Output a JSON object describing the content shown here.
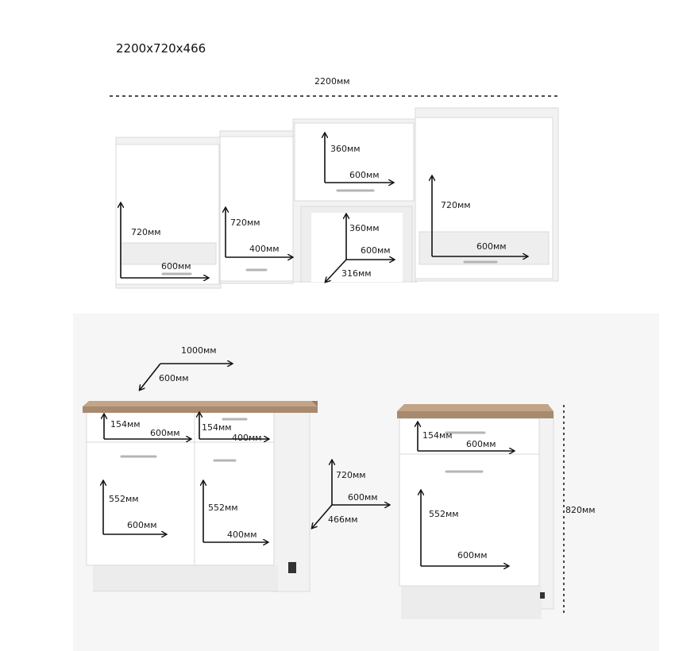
{
  "title": "2200x720x466",
  "labels": {
    "width_total": "2200мм",
    "wall1_h": "720мм",
    "wall1_w": "600мм",
    "wall2_h": "720мм",
    "wall2_w": "400мм",
    "wall3_h": "360мм",
    "wall3_w": "600мм",
    "wall_depth_h": "360мм",
    "wall_depth_w": "600мм",
    "wall_depth_d": "316мм",
    "wall4_h": "720мм",
    "wall4_w": "600мм",
    "base_top_w": "1000мм",
    "base_top_d": "600мм",
    "base1_drawer_h": "154мм",
    "base1_drawer_w": "600мм",
    "base2_drawer_h": "154мм",
    "base2_drawer_w": "400мм",
    "base1_door_h": "552мм",
    "base1_door_w": "600мм",
    "base2_door_h": "552мм",
    "base2_door_w": "400мм",
    "base_depth_h": "720мм",
    "base_depth_w": "600мм",
    "base_depth_d": "466мм",
    "base3_drawer_h": "154мм",
    "base3_drawer_w": "600мм",
    "base3_door_h": "552мм",
    "base3_door_w": "600мм",
    "base_total_h": "820мм"
  },
  "colors": {
    "cabinet": "#ffffff",
    "worktop": "#c2a487",
    "arrow": "#111111"
  }
}
